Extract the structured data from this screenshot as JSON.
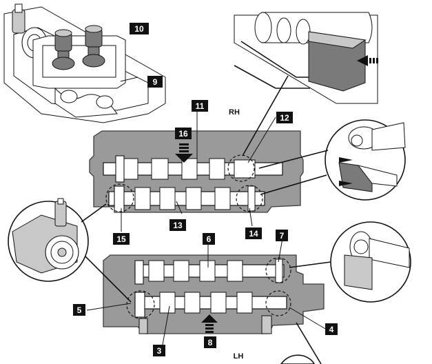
{
  "diagram": {
    "callouts": {
      "c3": "3",
      "c4": "4",
      "c5": "5",
      "c6": "6",
      "c7": "7",
      "c8": "8",
      "c9": "9",
      "c10": "10",
      "c11": "11",
      "c12": "12",
      "c13": "13",
      "c14": "14",
      "c15": "15",
      "c16": "16"
    },
    "bank_labels": {
      "right": "RH",
      "left": "LH"
    }
  }
}
